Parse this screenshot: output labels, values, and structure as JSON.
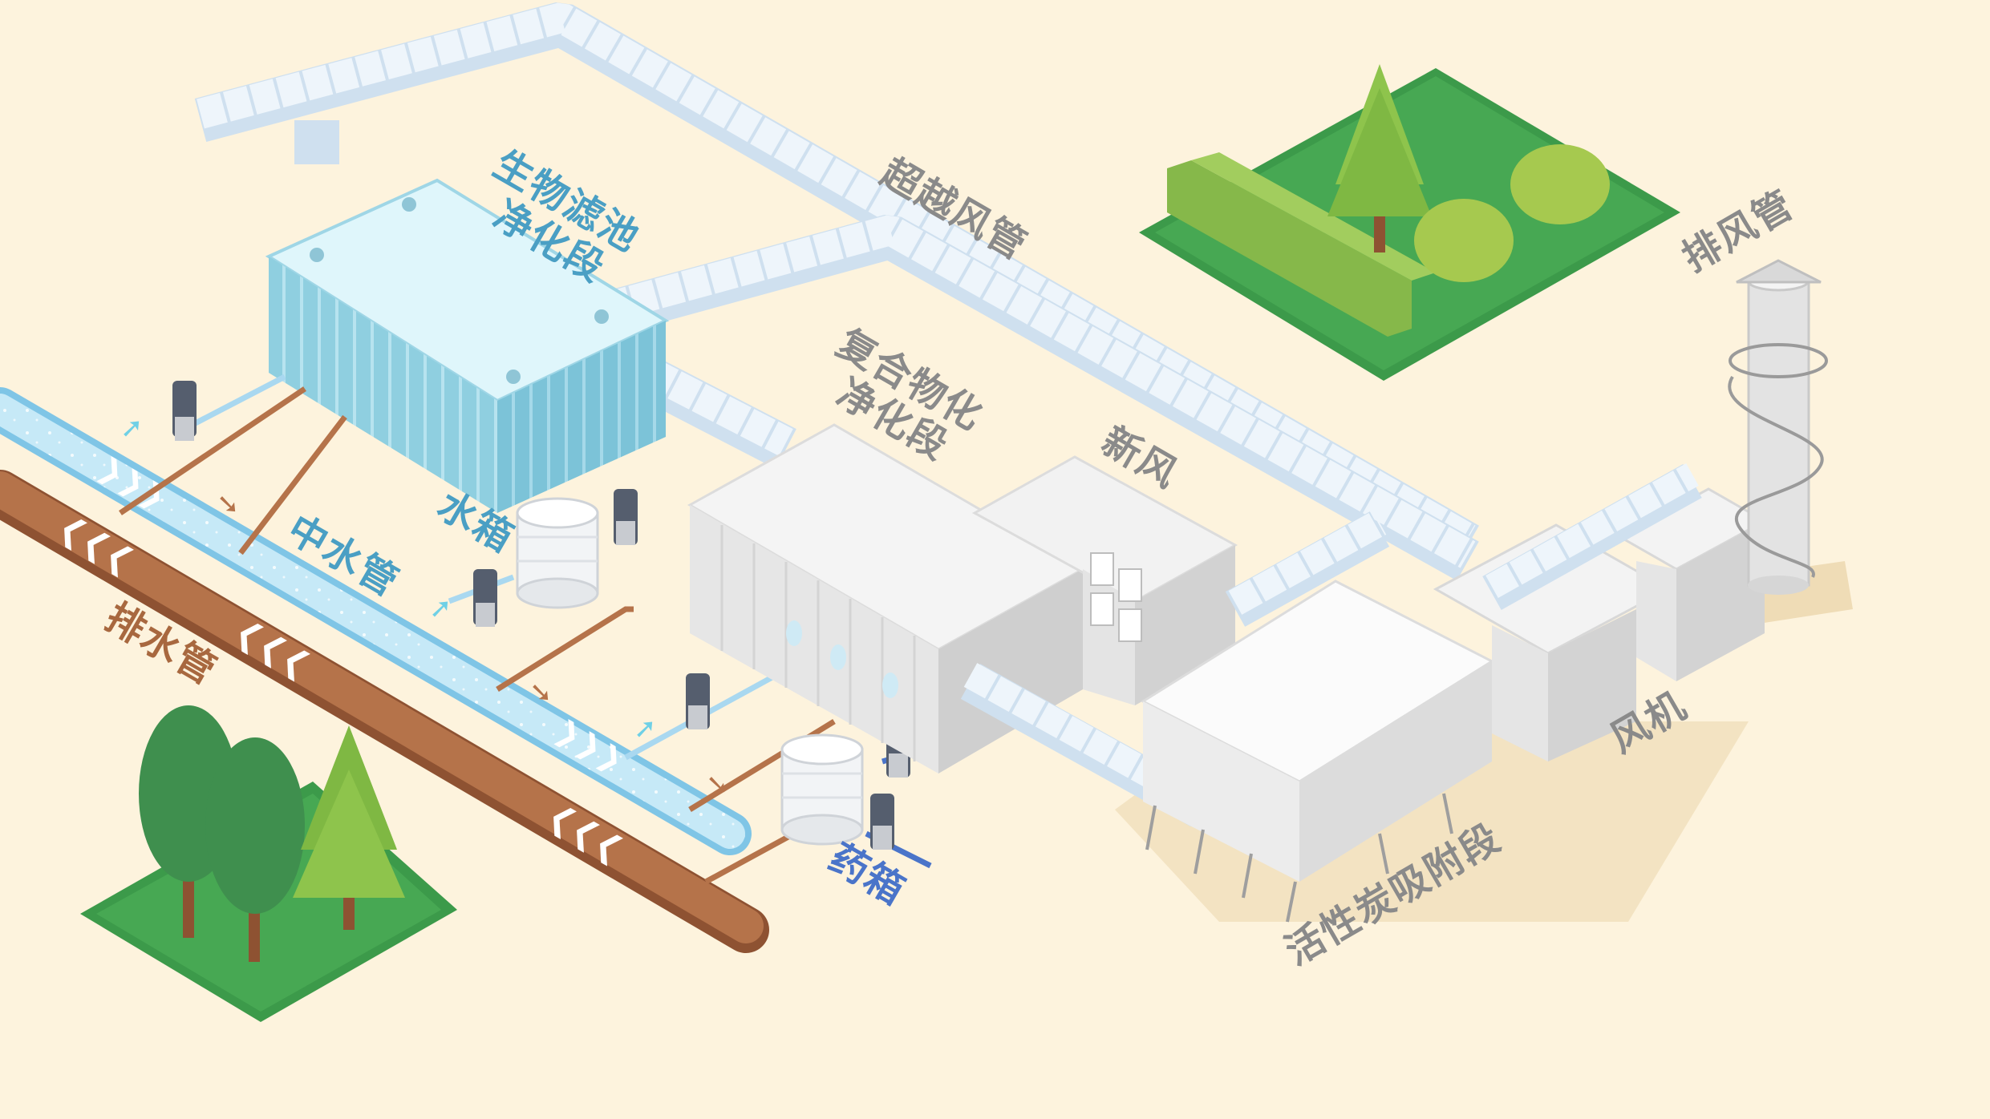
{
  "labels": {
    "bio_filter": [
      "生物滤池",
      "净化段"
    ],
    "bypass_duct": "超越风管",
    "composite": [
      "复合物化",
      "净化段"
    ],
    "fresh_air": "新风",
    "exhaust_duct": "排风管",
    "water_tank": "水箱",
    "reclaimed_pipe": "中水管",
    "drain_pipe": "排水管",
    "chem_tank": "药箱",
    "fan": "风机",
    "carbon": "活性炭吸附段"
  },
  "colors": {
    "background": "#fdf3dd",
    "label_blue": "#4a9fc4",
    "label_gray": "#8a8a8a",
    "label_brown": "#a8683f",
    "label_chem": "#4a74c9",
    "duct_top": "#eef5fb",
    "duct_side": "#cfe0ef",
    "water_pipe": "#a9d8f0",
    "drain_pipe": "#b5734a",
    "grass": "#3c9a4a"
  }
}
